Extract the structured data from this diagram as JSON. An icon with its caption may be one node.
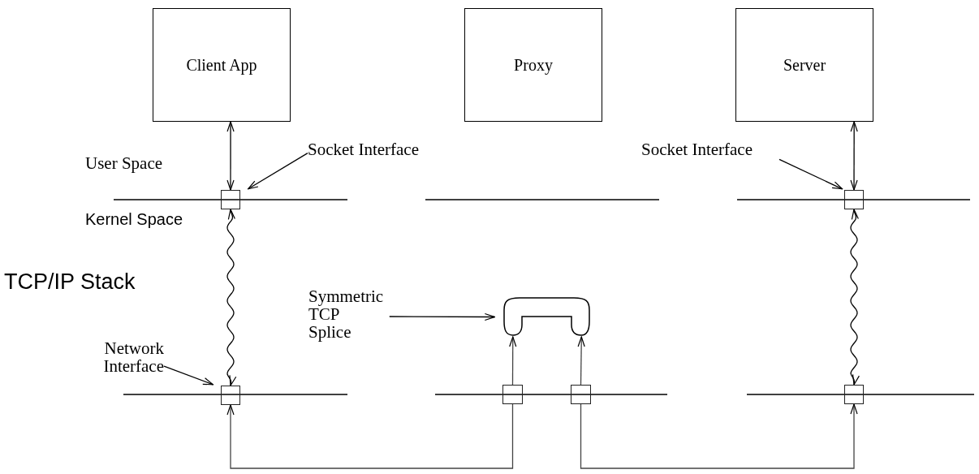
{
  "diagram": {
    "nodes": [
      {
        "text": [
          "Client App"
        ]
      },
      {
        "text": [
          "Proxy"
        ]
      },
      {
        "text": [
          "Server"
        ]
      },
      {
        "text": [
          "Socket Interface"
        ]
      },
      {
        "text": [],
        "shape": "box"
      },
      {
        "text": [
          "Socket Interface"
        ]
      },
      {
        "text": [],
        "shape": "box"
      },
      {
        "text": [
          "Symmetric TCP Splice"
        ]
      },
      {
        "text": [],
        "shape": "handle"
      },
      {
        "text": [
          "Network Interface"
        ]
      },
      {
        "text": [],
        "shape": "box"
      },
      {
        "text": [],
        "shape": "box"
      },
      {
        "text": [],
        "shape": "box"
      },
      {
        "text": [],
        "shape": "box"
      }
    ],
    "edges": [
      {
        "from": 0,
        "to": 4,
        "arrow": "both"
      },
      {
        "from": 2,
        "to": 6,
        "arrow": "both"
      },
      {
        "from": 3,
        "to": 4,
        "arrow": "to"
      },
      {
        "from": 5,
        "to": 6,
        "arrow": "to"
      },
      {
        "from": 4,
        "to": 10,
        "arrow": "both"
      },
      {
        "from": 6,
        "to": 13,
        "arrow": "both"
      },
      {
        "from": 7,
        "to": 8,
        "arrow": "to"
      },
      {
        "from": 9,
        "to": 10,
        "arrow": "to"
      },
      {
        "from": 11,
        "to": 10,
        "arrow": "to"
      },
      {
        "from": 11,
        "to": 8,
        "arrow": "to"
      },
      {
        "from": 12,
        "to": 13,
        "arrow": "to"
      },
      {
        "from": 12,
        "to": 8,
        "arrow": "to"
      }
    ],
    "labels": [
      "User Space",
      "Kernel Space",
      "TCP/IP Stack"
    ]
  }
}
